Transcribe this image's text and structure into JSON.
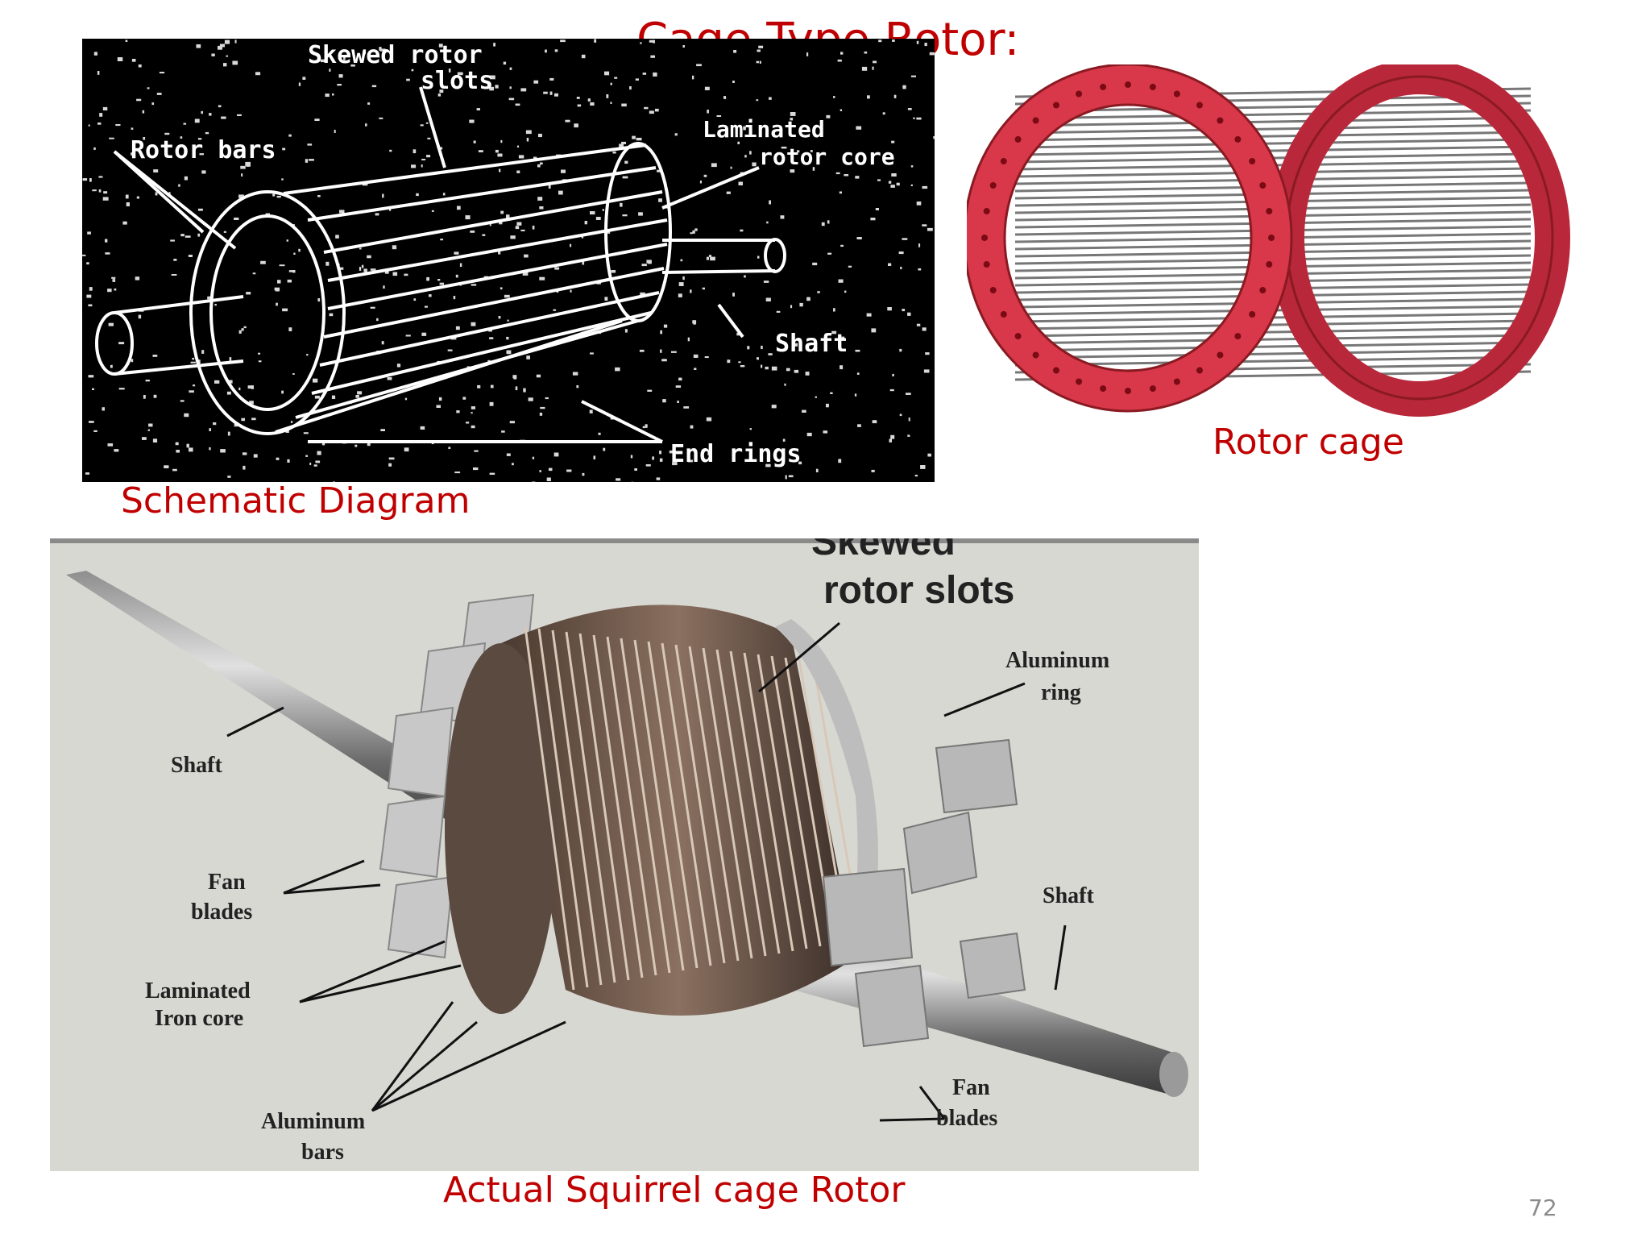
{
  "slide": {
    "title": "Cage Type Rotor:",
    "page_number": "72"
  },
  "schematic": {
    "caption": "Schematic Diagram",
    "labels": {
      "skewed_rotor": "Skewed rotor",
      "slots": "slots",
      "rotor_bars": "Rotor bars",
      "laminated": "Laminated",
      "rotor_core": "rotor core",
      "shaft": "Shaft",
      "end_rings": "End rings"
    }
  },
  "rotor_cage": {
    "caption": "Rotor cage",
    "colors": {
      "ring": "#d8384a",
      "ring_dark": "#8a1a22",
      "bars": "#777777"
    }
  },
  "actual_rotor": {
    "caption": "Actual Squirrel cage Rotor",
    "labels": {
      "skewed_line1": "Skewed",
      "skewed_line2": "rotor slots",
      "aluminum_ring_1": "Aluminum",
      "aluminum_ring_2": "ring",
      "shaft_left": "Shaft",
      "shaft_right": "Shaft",
      "fan_blades_left_1": "Fan",
      "fan_blades_left_2": "blades",
      "laminated_1": "Laminated",
      "laminated_2": "Iron core",
      "aluminum_bars_1": "Aluminum",
      "aluminum_bars_2": "bars",
      "fan_blades_right_1": "Fan",
      "fan_blades_right_2": "blades"
    }
  }
}
